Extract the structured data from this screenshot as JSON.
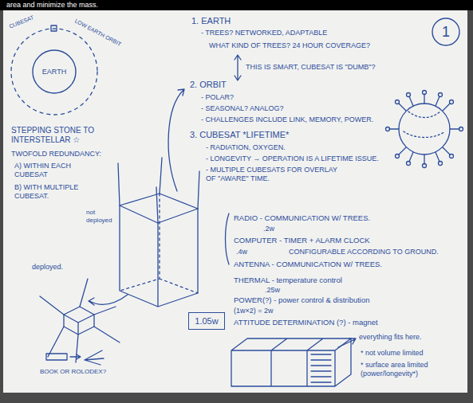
{
  "diagram": {
    "nodes": [
      {
        "text": [
          "EARTH"
        ]
      },
      {
        "text": [
          "1"
        ]
      },
      {
        "text": [
          "1.05w"
        ]
      }
    ],
    "labels": [
      "area and minimize the mass.",
      "CUBESAT",
      "LOW EARTH ORBIT",
      "1. EARTH",
      "- TREES? NETWORKED, ADAPTABLE",
      "WHAT KIND OF TREES? 24 HOUR COVERAGE?",
      "THIS IS SMART, CUBESAT IS \"DUMB\"?",
      "2. ORBIT",
      "- POLAR?",
      "- SEASONAL? ANALOG?",
      "- CHALLENGES INCLUDE LINK, MEMORY, POWER.",
      "3. CUBESAT *LIFETIME*",
      "- RADIATION, OXYGEN.",
      "- LONGEVITY → OPERATION IS A LIFETIME ISSUE.",
      "- MULTIPLE CUBESATS FOR OVERLAY OF \"AWARE\" TIME.",
      "STEPPING STONE TO INTERSTELLAR ☆",
      "TWOFOLD REDUNDANCY:",
      "A) WITHIN EACH CUBESAT",
      "B) WITH MULTIPLE CUBESAT.",
      "not deployed",
      "deployed.",
      "RADIO - COMMUNICATION W/ TREES.",
      ".2w",
      "COMPUTER - TIMER + ALARM CLOCK",
      ".4w",
      "CONFIGURABLE ACCORDING TO GROUND.",
      "ANTENNA - COMMUNICATION W/ TREES.",
      "THERMAL - temperature control",
      ".25w",
      "POWER(?) - power control & distribution",
      "(1w×2) = 2w",
      "ATTITUDE DETERMINATION (?) - magnet",
      "everything fits here.",
      "* not volume limited",
      "* surface area limited (power/longevity*)",
      "BOOK OR ROLODEX?"
    ]
  }
}
